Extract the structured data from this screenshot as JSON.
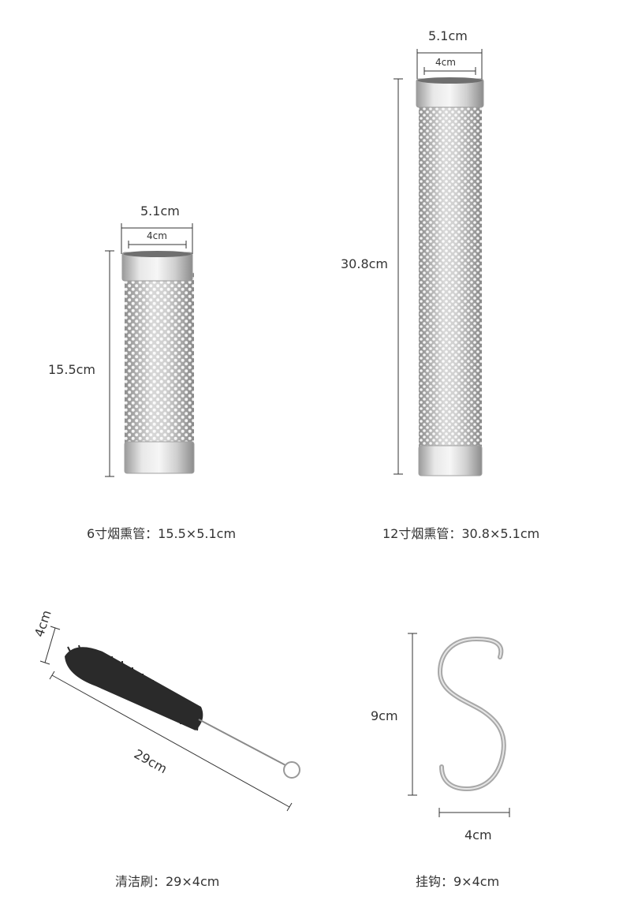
{
  "small_tube": {
    "outer_diameter": "5.1cm",
    "inner_diameter": "4cm",
    "height": "15.5cm",
    "caption": "6寸烟熏管：15.5×5.1cm"
  },
  "large_tube": {
    "outer_diameter": "5.1cm",
    "inner_diameter": "4cm",
    "height": "30.8cm",
    "caption": "12寸烟熏管：30.8×5.1cm"
  },
  "brush": {
    "width": "4cm",
    "length": "29cm",
    "caption": "清洁刷：29×4cm"
  },
  "hook": {
    "height": "9cm",
    "width": "4cm",
    "caption": "挂钩：9×4cm"
  },
  "colors": {
    "steel_light": "#e2e2e2",
    "steel_dark": "#8a8a8a",
    "bristle": "#2a2a2a",
    "line": "#333333"
  }
}
